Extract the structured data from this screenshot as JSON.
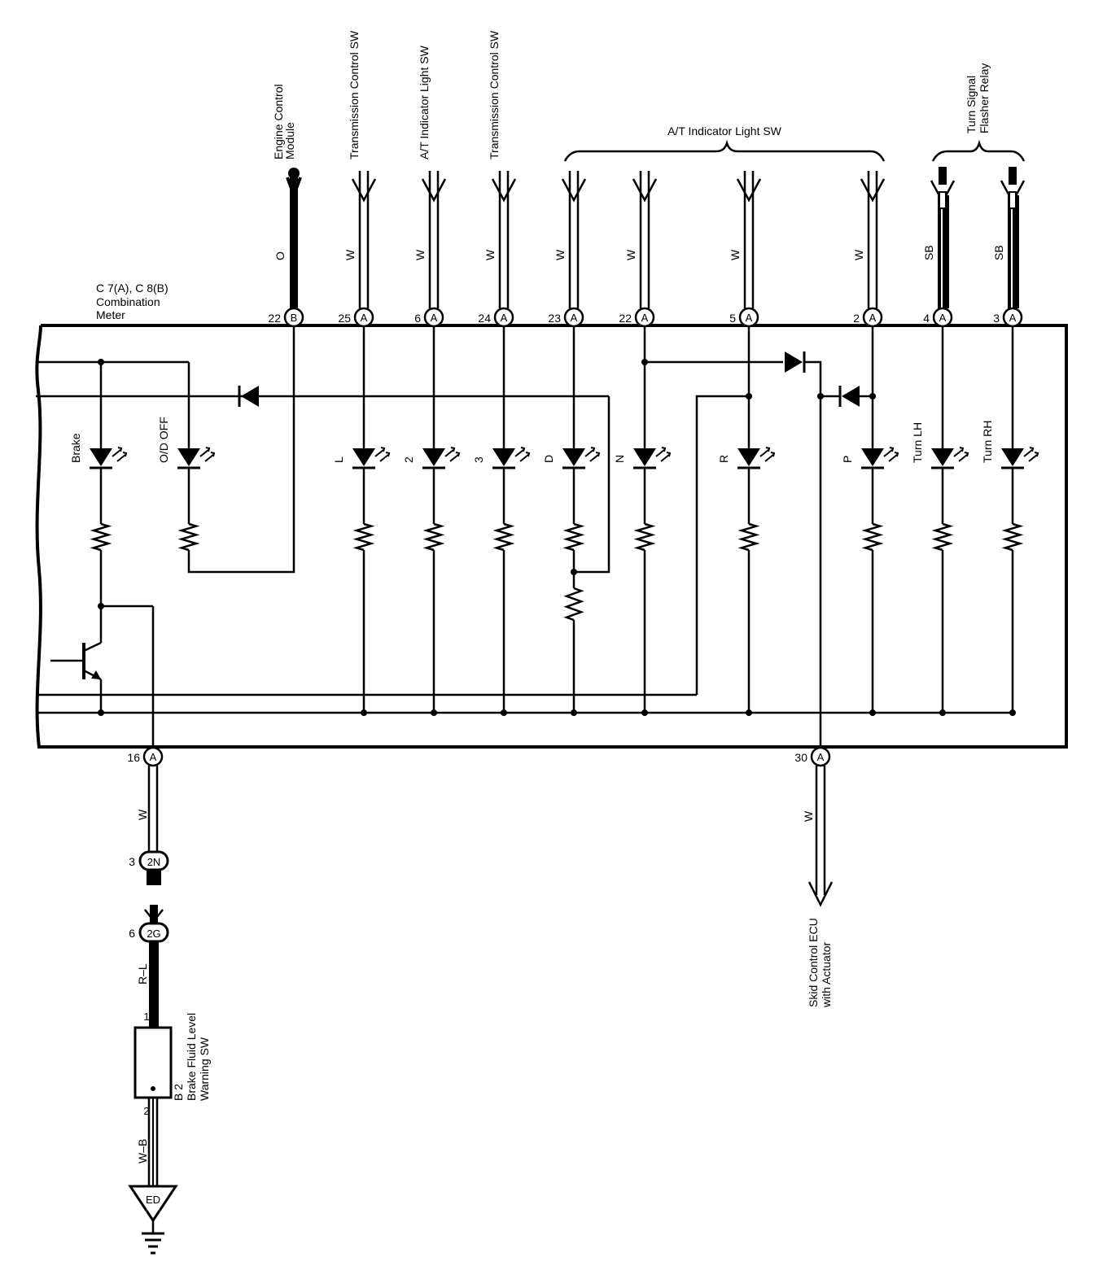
{
  "meter": {
    "connector": "C 7(A), C 8(B)",
    "line2": "Combination",
    "line3": "Meter"
  },
  "top_connections": [
    {
      "id": "ecm",
      "label_lines": [
        "Engine Control",
        "Module"
      ],
      "wire_color": "O",
      "pin": "22",
      "connector": "B",
      "wire_style": "thick"
    },
    {
      "id": "tcs1",
      "label_lines": [
        "Transmission Control SW"
      ],
      "wire_color": "W",
      "pin": "25",
      "connector": "A",
      "wire_style": "double"
    },
    {
      "id": "atil",
      "label_lines": [
        "A/T Indicator Light SW"
      ],
      "wire_color": "W",
      "pin": "6",
      "connector": "A",
      "wire_style": "double"
    },
    {
      "id": "tcs2",
      "label_lines": [
        "Transmission Control SW"
      ],
      "wire_color": "W",
      "pin": "24",
      "connector": "A",
      "wire_style": "double"
    },
    {
      "id": "atd",
      "label_lines": [],
      "wire_color": "W",
      "pin": "23",
      "connector": "A",
      "wire_style": "double"
    },
    {
      "id": "atn",
      "label_lines": [],
      "wire_color": "W",
      "pin": "22",
      "connector": "A",
      "wire_style": "double"
    },
    {
      "id": "atr",
      "label_lines": [],
      "wire_color": "W",
      "pin": "5",
      "connector": "A",
      "wire_style": "double"
    },
    {
      "id": "atp",
      "label_lines": [],
      "wire_color": "W",
      "pin": "2",
      "connector": "A",
      "wire_style": "double"
    },
    {
      "id": "tlh",
      "label_lines": [],
      "wire_color": "SB",
      "pin": "4",
      "connector": "A",
      "wire_style": "sb"
    },
    {
      "id": "trh",
      "label_lines": [],
      "wire_color": "SB",
      "pin": "3",
      "connector": "A",
      "wire_style": "sb"
    }
  ],
  "group_labels": {
    "at_indicator": "A/T Indicator Light SW",
    "turn_signal": [
      "Turn Signal",
      "Flasher Relay"
    ]
  },
  "lamps": [
    {
      "id": "brake",
      "label": "Brake"
    },
    {
      "id": "od",
      "label": "O/D OFF"
    },
    {
      "id": "l",
      "label": "L"
    },
    {
      "id": "two",
      "label": "2"
    },
    {
      "id": "three",
      "label": "3"
    },
    {
      "id": "d",
      "label": "D"
    },
    {
      "id": "n",
      "label": "N"
    },
    {
      "id": "r",
      "label": "R"
    },
    {
      "id": "p",
      "label": "P"
    },
    {
      "id": "tlh",
      "label": "Turn LH"
    },
    {
      "id": "trh",
      "label": "Turn RH"
    }
  ],
  "bottom": {
    "brake_pin": "16",
    "brake_connector": "A",
    "brake_wire": "W",
    "j1_pin": "3",
    "j1": "2N",
    "j2_pin": "6",
    "j2": "2G",
    "rl_wire": "R–L",
    "switch_pin1": "1",
    "switch_pin2": "2",
    "switch_label": [
      "B 2",
      "Brake Fluid Level",
      "Warning SW"
    ],
    "ground_wire": "W–B",
    "ground": "ED",
    "skid_pin": "30",
    "skid_connector": "A",
    "skid_wire": "W",
    "skid_label": [
      "Skid Control ECU",
      "with Actuator"
    ]
  }
}
